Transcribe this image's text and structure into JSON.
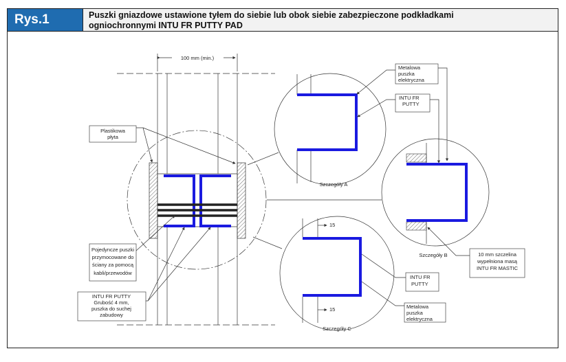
{
  "header": {
    "figure": "Rys.1",
    "title_line1": "Puszki gniazdowe ustawione tyłem do siebie lub obok siebie zabezpieczone podkładkami",
    "title_line2": "ogniochronnymi INTU FR PUTTY PAD"
  },
  "main": {
    "dimension": "100 mm (min.)",
    "plate_label": [
      "Plastikowa",
      "płyta"
    ],
    "single_boxes_label": [
      "Pojedyncze puszki",
      "przymocowane do",
      "ściany za pomocą",
      "kabli/przewodów"
    ],
    "putty_label": [
      "INTU FR PUTTY",
      "Grubość 4 mm,",
      "puszka do suchej",
      "zabudowy"
    ]
  },
  "details": {
    "a_label": "Szczegóły A",
    "b_label": "Szczegóły B",
    "c_label": "Szczegóły C",
    "metal_box": [
      "Metalowa",
      "puszka",
      "elektryczna"
    ],
    "putty": [
      "INTU FR",
      "PUTTY"
    ],
    "mastic": [
      "10 mm szczelina",
      "wypełniona masą",
      "INTU FR MASTIC"
    ],
    "dim_15": "15"
  },
  "colors": {
    "accent": "#1f6cb0",
    "putty_blue": "#1a1ae0"
  }
}
